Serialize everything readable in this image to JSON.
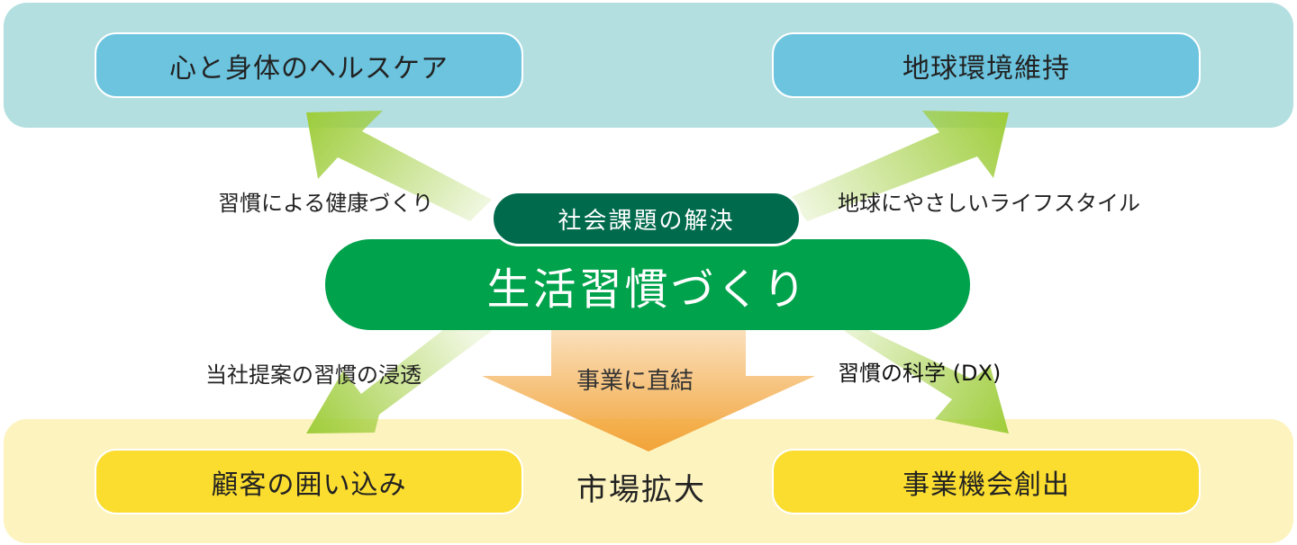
{
  "top_band": {
    "left_item": "心と身体のヘルスケア",
    "right_item": "地球環境維持"
  },
  "bottom_band": {
    "left_item": "顧客の囲い込み",
    "center_item": "市場拡大",
    "right_item": "事業機会創出"
  },
  "center": {
    "tag": "社会課題の解決",
    "main": "生活習慣づくり"
  },
  "arrow_labels": {
    "upper_left": "習慣による健康づくり",
    "upper_right": "地球にやさしいライフスタイル",
    "lower_left": "当社提案の習慣の浸透",
    "lower_right": "習慣の科学 (DX)",
    "down": "事業に直結"
  },
  "colors": {
    "top_band": "#b3dfe0",
    "top_pill": "#6cc4df",
    "bottom_band": "#fdf3bf",
    "bottom_pill": "#fbdd2f",
    "center_main": "#00a24b",
    "center_tag": "#006a4c",
    "arrow_green": "#9fcd3c",
    "arrow_orange": "#f2a43a"
  }
}
